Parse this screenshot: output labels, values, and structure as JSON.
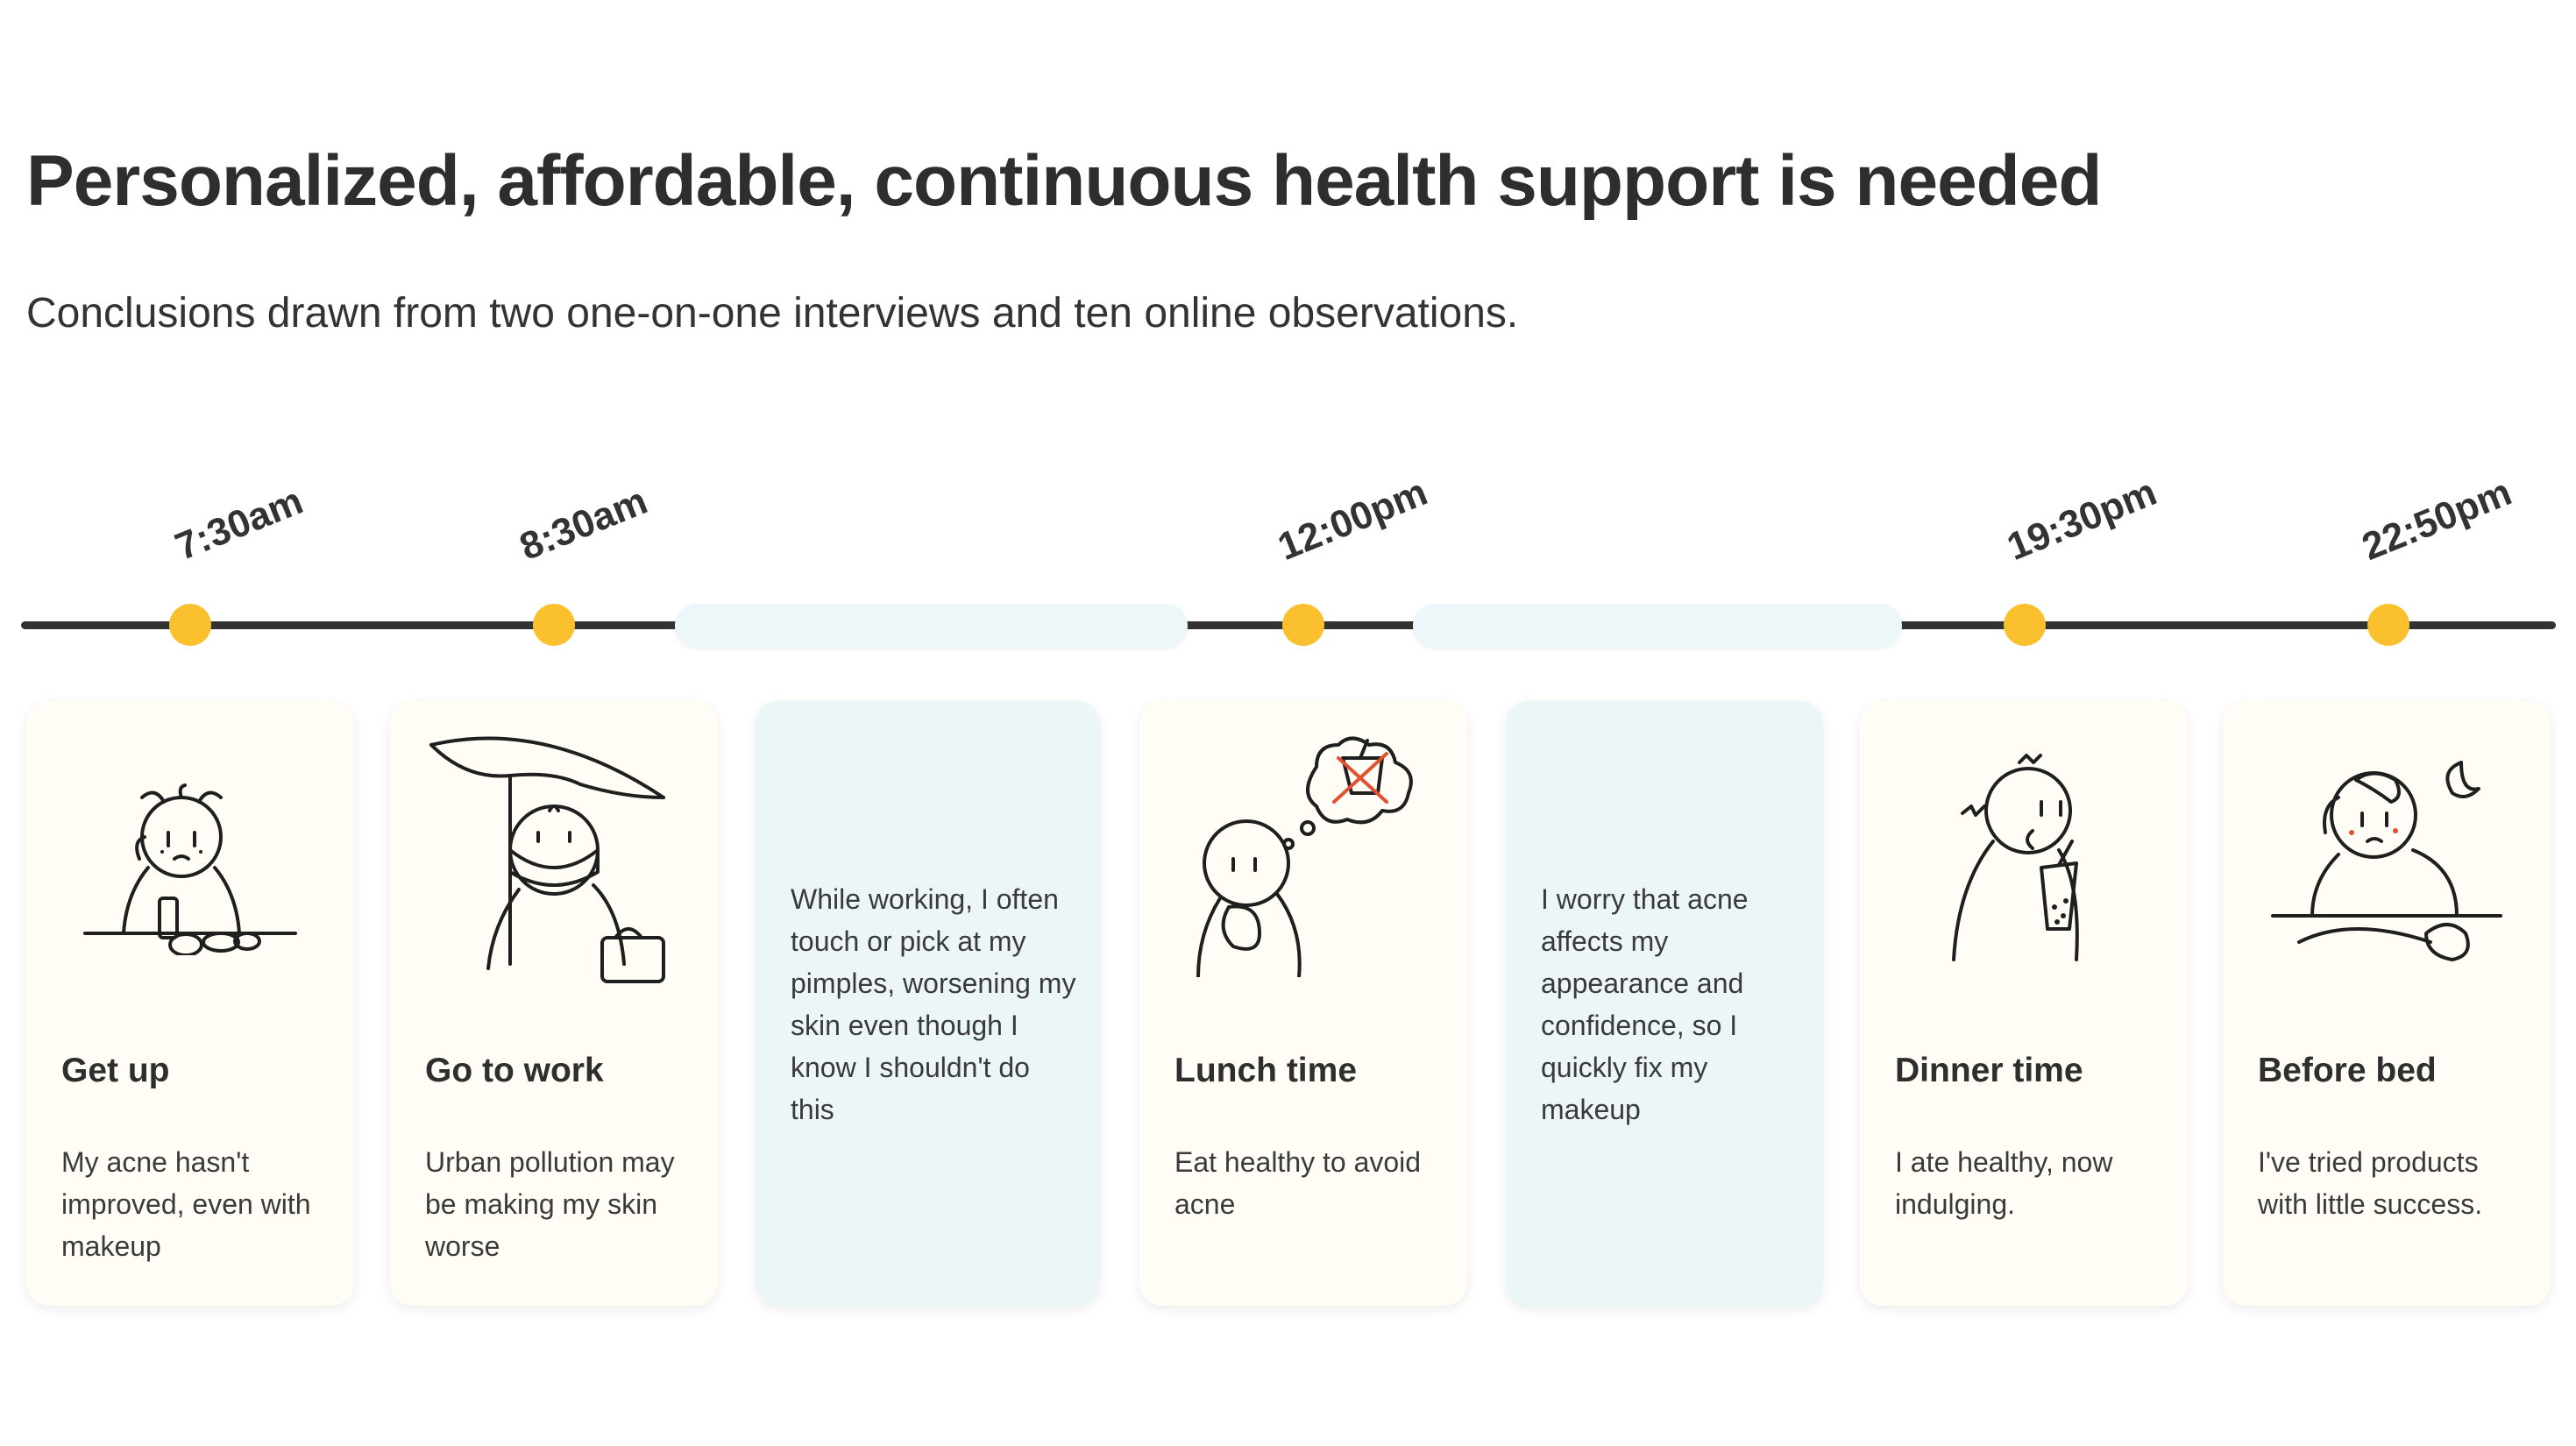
{
  "title": "Personalized, affordable, continuous health support is needed",
  "subtitle": "Conclusions drawn from two one-on-one interviews and ten online observations.",
  "timeline": {
    "times": [
      "7:30am",
      "8:30am",
      "12:00pm",
      "19:30pm",
      "22:50pm"
    ]
  },
  "cards": [
    {
      "type": "moment",
      "icon": "person-getting-up-icon",
      "title": "Get up",
      "text": "My acne hasn't improved, even with makeup"
    },
    {
      "type": "moment",
      "icon": "person-with-umbrella-icon",
      "title": "Go to work",
      "text": "Urban pollution may be making my skin worse"
    },
    {
      "type": "thought",
      "text": "While working, I often touch or pick at my pimples, worsening my skin even though I know I shouldn't do this"
    },
    {
      "type": "moment",
      "icon": "person-thinking-lunch-icon",
      "title": "Lunch time",
      "text": "Eat healthy to avoid acne"
    },
    {
      "type": "thought",
      "text": "I worry that acne affects my appearance and confidence, so I quickly fix my makeup"
    },
    {
      "type": "moment",
      "icon": "person-drinking-icon",
      "title": "Dinner time",
      "text": "I ate healthy, now indulging."
    },
    {
      "type": "moment",
      "icon": "person-before-bed-icon",
      "title": "Before bed",
      "text": "I've tried products with little success."
    }
  ],
  "colors": {
    "dot": "#fbc02d",
    "line": "#333333",
    "moment_card": "#fffdf5",
    "thought_card": "#ecf6f8"
  }
}
